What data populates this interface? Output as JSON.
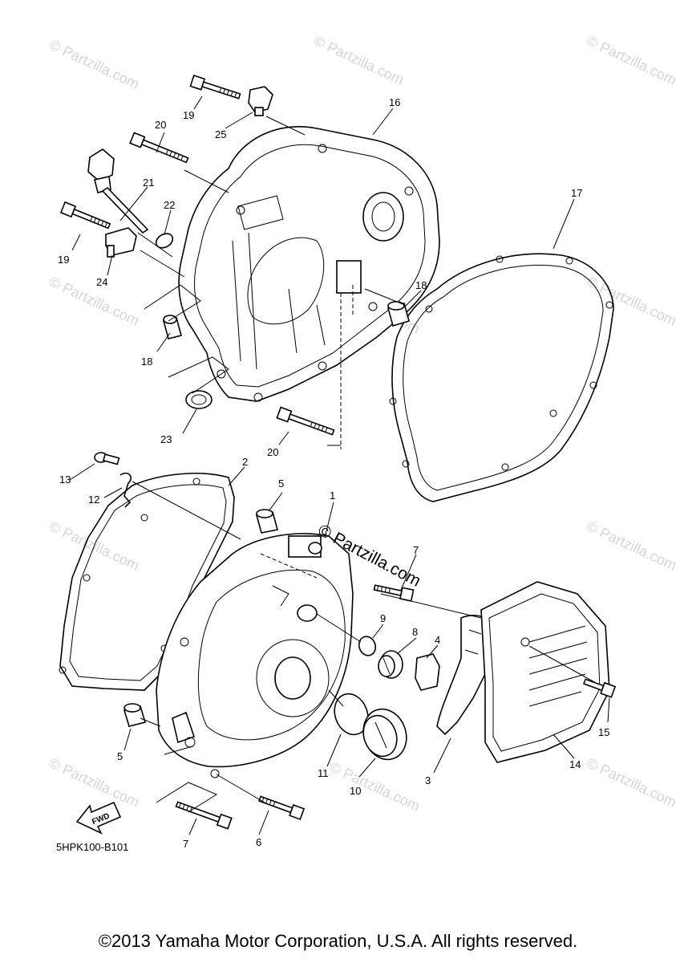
{
  "diagram_code": "5HPK100-B101",
  "copyright": "©2013 Yamaha Motor Corporation, U.S.A. All rights reserved.",
  "watermark": "© Partzilla.com",
  "watermark_repeat": "© Partzilla.com",
  "fwd_label": "FWD",
  "callouts": {
    "c1": "1",
    "c2": "2",
    "c3": "3",
    "c4": "4",
    "c5a": "5",
    "c5b": "5",
    "c6": "6",
    "c7a": "7",
    "c7b": "7",
    "c8": "8",
    "c9": "9",
    "c10": "10",
    "c11": "11",
    "c12": "12",
    "c13": "13",
    "c14": "14",
    "c15": "15",
    "c16": "16",
    "c17": "17",
    "c18a": "18",
    "c18b": "18",
    "c19a": "19",
    "c19b": "19",
    "c20a": "20",
    "c20b": "20",
    "c21": "21",
    "c22": "22",
    "c23": "23",
    "c24": "24",
    "c25": "25"
  },
  "colors": {
    "line": "#000000",
    "watermark": "#d6d6d6",
    "background": "#ffffff"
  }
}
